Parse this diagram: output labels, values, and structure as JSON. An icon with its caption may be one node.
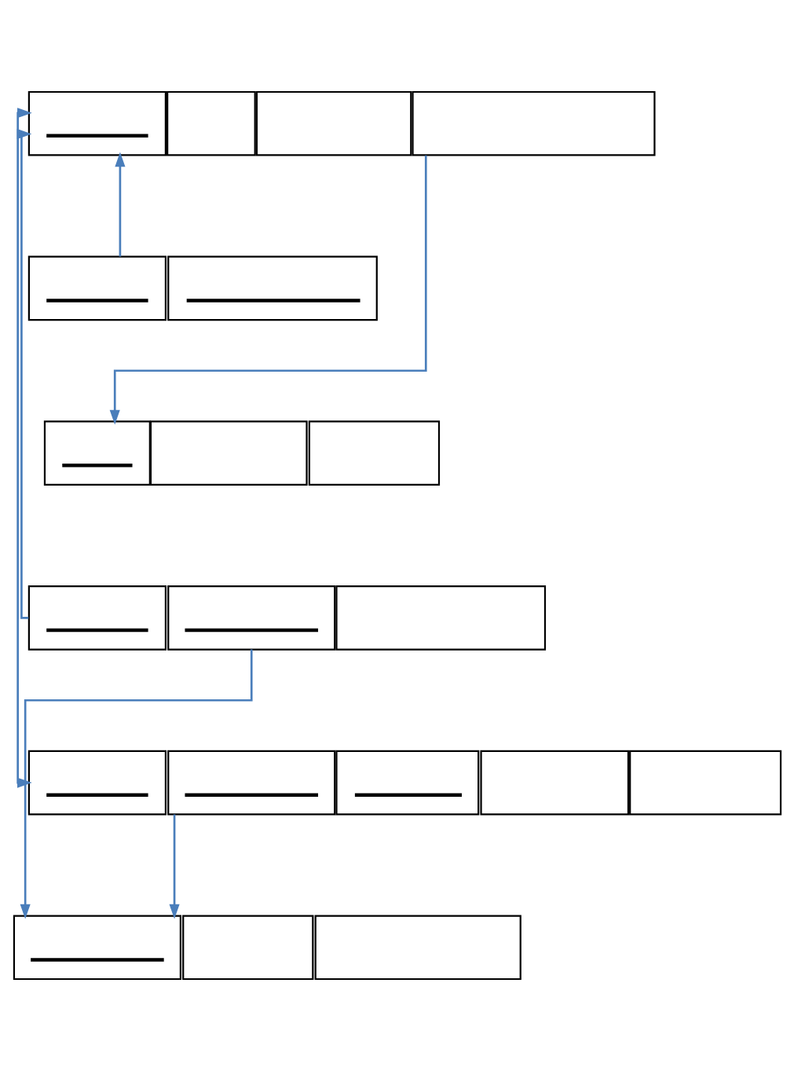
{
  "diagram": {
    "nodes": [
      {
        "text": [],
        "shape": "box"
      },
      {
        "text": [],
        "shape": "box"
      },
      {
        "text": [],
        "shape": "box"
      },
      {
        "text": [],
        "shape": "box"
      },
      {
        "text": [],
        "shape": "box"
      },
      {
        "text": [],
        "shape": "box"
      },
      {
        "text": [],
        "shape": "box"
      },
      {
        "text": [],
        "shape": "box"
      },
      {
        "text": [],
        "shape": "box"
      },
      {
        "text": [],
        "shape": "box"
      },
      {
        "text": [],
        "shape": "box"
      },
      {
        "text": [],
        "shape": "box"
      },
      {
        "text": [],
        "shape": "box"
      },
      {
        "text": [],
        "shape": "box"
      },
      {
        "text": [],
        "shape": "box"
      },
      {
        "text": [],
        "shape": "box"
      },
      {
        "text": [],
        "shape": "box"
      },
      {
        "text": [],
        "shape": "box"
      },
      {
        "text": [],
        "shape": "box"
      },
      {
        "text": [],
        "shape": "box"
      }
    ],
    "edges": [
      {
        "from": 12,
        "to": 0,
        "arrow": "both"
      },
      {
        "from": 4,
        "to": 0,
        "arrow": "to"
      },
      {
        "from": 9,
        "to": 0,
        "arrow": "to"
      },
      {
        "from": 3,
        "to": 6,
        "arrow": "to"
      },
      {
        "from": 13,
        "to": 17,
        "arrow": "to"
      },
      {
        "from": 10,
        "to": 17,
        "arrow": "to"
      }
    ]
  }
}
